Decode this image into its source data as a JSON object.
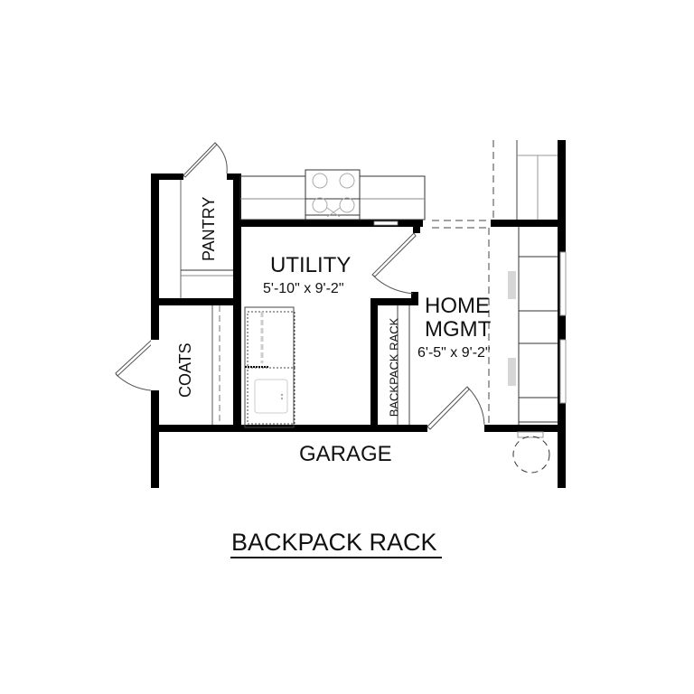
{
  "plan": {
    "title": "BACKPACK RACK",
    "rooms": [
      {
        "name": "UTILITY",
        "dimensions": "5'-10\" x 9'-2\""
      },
      {
        "name_line1": "HOME",
        "name_line2": "MGMT",
        "dimensions": "6'-5\" x 9'-2\""
      },
      {
        "name": "PANTRY"
      },
      {
        "name": "COATS"
      },
      {
        "name": "BACKPACK RACK"
      },
      {
        "name": "GARAGE"
      }
    ]
  },
  "colors": {
    "wall": "#000000",
    "fixture": "#444444",
    "light": "#bbbbbb",
    "background": "#ffffff"
  }
}
